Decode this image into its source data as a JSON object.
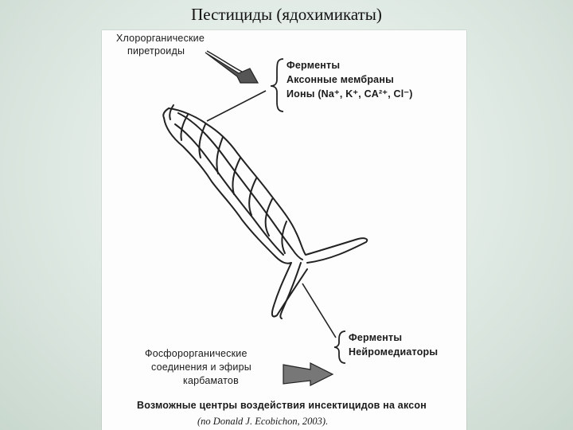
{
  "title": "Пестициды (ядохимикаты)",
  "labels": {
    "organochlorine_line1": "Хлорорганические",
    "organochlorine_line2": "пиретроиды",
    "upper_targets": [
      "Ферменты",
      "Аксонные мембраны",
      "Ионы (Na⁺, K⁺, CA²⁺, Cl⁻)"
    ],
    "lower_targets": [
      "Ферменты",
      "Нейромедиаторы"
    ],
    "organophosphate_line1": "Фосфорорганические",
    "organophosphate_line2": "соединения и эфиры",
    "organophosphate_line3": "карбаматов"
  },
  "caption": {
    "line1": "Возможные центры воздействия инсектицидов на аксон",
    "line2": "(по Donald J. Ecobichon, 2003)."
  }
}
